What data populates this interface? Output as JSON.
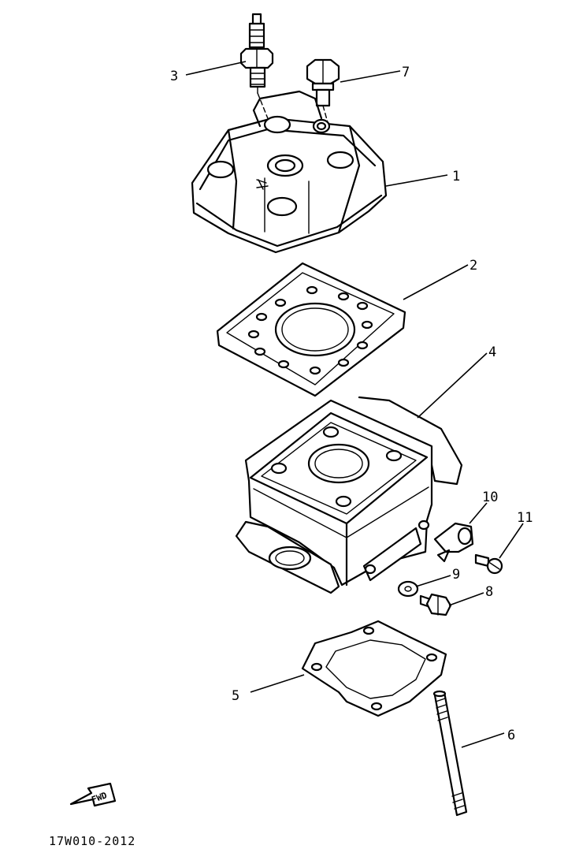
{
  "callouts": {
    "c1": "1",
    "c2": "2",
    "c3": "3",
    "c4": "4",
    "c5": "5",
    "c6": "6",
    "c7": "7",
    "c8": "8",
    "c9": "9",
    "c10": "10",
    "c11": "11"
  },
  "fwd_label": "FWD",
  "drawing_code": "17W010-2012"
}
